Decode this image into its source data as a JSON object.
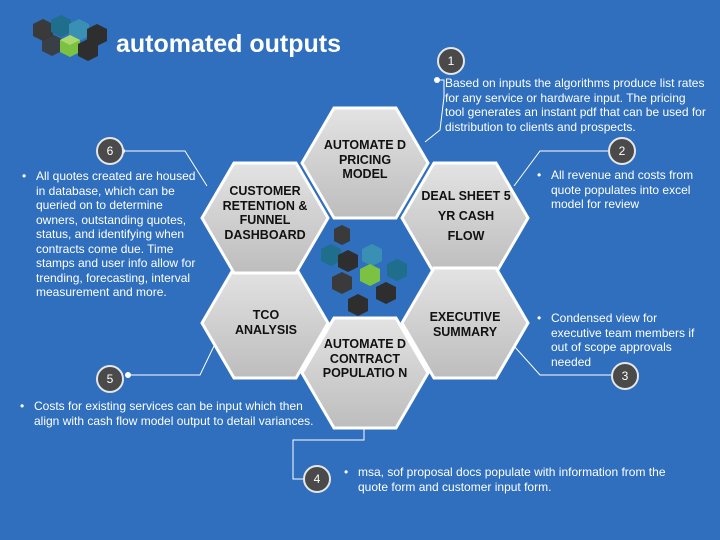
{
  "title": "automated outputs",
  "colors": {
    "background": "#2f6fbd",
    "hex_fill": "#d9d9d9",
    "hex_border": "#ffffff",
    "badge_fill": "#4a4a4a",
    "text_light": "#ffffff",
    "label_dark": "#111111",
    "logo_green": "#7cc242",
    "logo_teal": "#1f6e8c",
    "logo_dark": "#2e2e2e"
  },
  "hexagons": [
    {
      "label": "AUTOMATE D PRICING MODEL"
    },
    {
      "label": "DEAL SHEET 5 YR CASH FLOW"
    },
    {
      "label": "EXECUTIVE SUMMARY"
    },
    {
      "label": "AUTOMATE D CONTRACT POPULATIO N"
    },
    {
      "label": "TCO ANALYSIS"
    },
    {
      "label": "CUSTOMER RETENTION & FUNNEL DASHBOARD"
    }
  ],
  "callouts": [
    {
      "number": "1",
      "text": "Based on inputs the algorithms produce list rates for any service or hardware input. The pricing tool generates an instant pdf that can be used for distribution to clients and prospects."
    },
    {
      "number": "2",
      "text": "All revenue and costs from quote populates into excel model for review"
    },
    {
      "number": "3",
      "text": "Condensed view for executive team members if out of scope approvals needed"
    },
    {
      "number": "4",
      "text": "msa, sof proposal docs populate with information from the quote form and customer input form."
    },
    {
      "number": "5",
      "text": "Costs for existing services can be input which then align with cash flow model output to detail variances."
    },
    {
      "number": "6",
      "text": "All quotes created are housed in database, which can be queried on to determine owners, outstanding quotes, status, and identifying when contracts come due. Time stamps and user info allow for trending, forecasting, interval measurement and more."
    }
  ]
}
